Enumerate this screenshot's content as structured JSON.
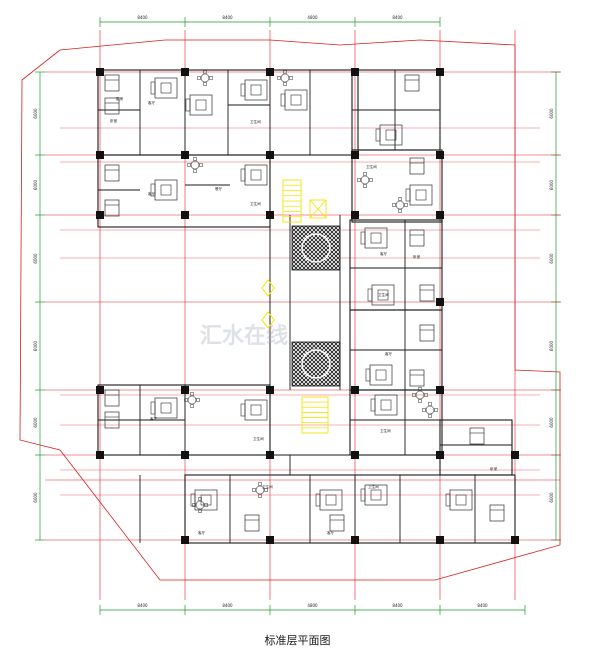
{
  "title": "标准层平面图",
  "watermark": {
    "text": "汇水在线",
    "url": ".com"
  },
  "dimensions": {
    "top": [
      "8400",
      "8400",
      "4800",
      "8400"
    ],
    "bottom": [
      "8400",
      "8400",
      "4800",
      "8400",
      "8400"
    ],
    "left": [
      "6000",
      "6000",
      "6000",
      "6000",
      "6000",
      "6000"
    ],
    "right": [
      "6000",
      "6000",
      "6000",
      "6000",
      "6000",
      "6000"
    ]
  },
  "room_labels": {
    "living": "客厅",
    "bedroom": "卧室",
    "kitchen": "厨房",
    "bath": "卫生间",
    "dining": "餐厅"
  },
  "colors": {
    "grid_line": "#e0202a",
    "dimension_line": "#1a9a2a",
    "boundary": "#d81f1f",
    "wall": "#1a1a1a",
    "stair": "#f5e400",
    "furniture": "#303030"
  }
}
